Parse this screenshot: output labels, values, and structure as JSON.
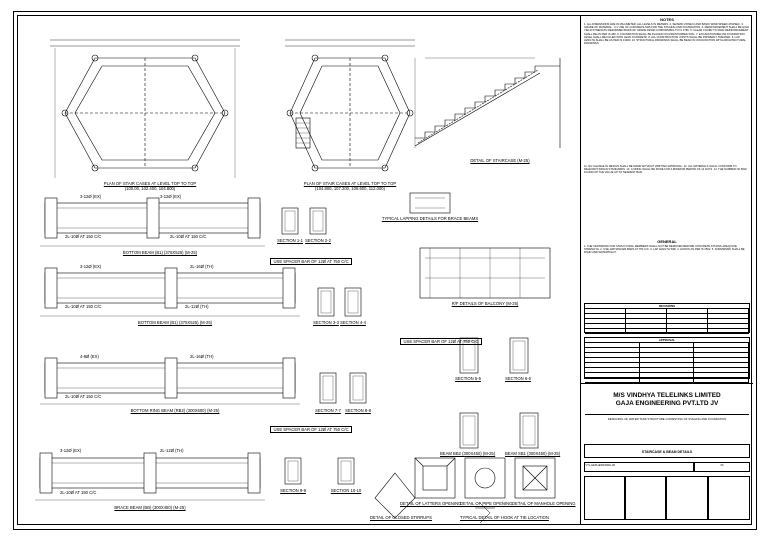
{
  "drawing": {
    "labels": {
      "plan_a": "PLAN OF STAIR CASES AT LEVEL TOP TO TOP",
      "plan_a_levels": "(100.00, 102.400, 104.800)",
      "plan_b": "PLAN OF STAIR CASES AT LEVEL TOP TO TOP",
      "plan_b_levels": "(104.800, 107.200, 109.600, 112.000)",
      "staircase_detail": "DETAIL OF STAIRCASE (M-25)",
      "bottom_beam_b1": "BOTTOM BEAM (B1) (375X525) (M-25)",
      "bottom_beam_b1b": "BOTTOM BEAM (B1) (375X525) (M-25)",
      "bottom_ring_beam": "BOTTOM RING BEAM (RB2) (300X600) (M-25)",
      "brace_beam": "BRACE BEAM (BB) (300X450) (M-25)",
      "section_1_1": "SECTION 1-1",
      "section_2_2": "SECTION 2-2",
      "section_3_3": "SECTION 3-3",
      "section_4_4": "SECTION 4-4",
      "section_5_5": "SECTION 5-5",
      "section_6_6": "SECTION 6-6",
      "section_7_7": "SECTION 7-7",
      "section_8_8": "SECTION 8-8",
      "section_9_9": "SECTION 9-9",
      "section_10_10": "SECTION 10-10",
      "lapping_detail": "TYPICAL LAPPING DETAILS FOR BRACE BEAMS",
      "balcony_detail": "R/F DETAILS OF BALCONY (M-25)",
      "beam_bb2": "BEAM BB2 (300X450) (M-25)",
      "beam_sb1": "BEAM SB1 (300X450) (M-25)",
      "latters_opening": "DETAIL OF LATTERS OPENING",
      "pipe_opening": "DETAIL OF PIPE OPENING",
      "manhole_opening": "DETAIL OF MANHOLE OPENING",
      "closed_stirrups": "DETAIL OF CLOSED STIRRUPS",
      "hook_detail": "TYPICAL DETAIL OF HOOK AT TIE LOCATION",
      "spacer_note": "USE SPACER BAR OF 12Ø AT 750 C/C",
      "bar_16": "2L-16Ø (TH)",
      "bar_12": "2L-12Ø (TH)",
      "bar_10": "2L-10Ø AT 150 C/C",
      "bar_8": "4-8Ø (EX)",
      "bar_ex": "3-12Ø (EX)"
    }
  },
  "panel": {
    "notes_title": "NOTES",
    "notes_text": "1. ALL DIMENSIONS ARE IN MILLIMETER. ALL LEVELS IN METERS. 2. SEISMIC ZONE III AND BASIC WIND SPEED 47M/SEC. 3. GRADE OF MATERIAL : 3.1 USE OF CONCRETE M25 FOR THE STAGING AND FOUNDATION. 4. REINFORCEMENT SHALL BE HIGH YIELD STRENGTH DEFORMED BARS OF GRADE FE500 CONFORMING TO IS 1786. 5. CLEAR COVER TO MAIN REINFORCEMENT SHALL BE AS PER IS 456. 6. FOUNDATION SHALL BE PLACED ON UNDISTURBED SOIL. 7. EXCAVATION BELOW FOUNDATION LEVEL SHALL BE FILLED WITH LEAN CONCRETE. 8. ALL CONSTRUCTION JOINTS SHALL BE PROPERLY TREATED. 9. LAP LENGTH SHALL BE AS PER IS 13920. 10. STRUCTURAL DRAWINGS SHALL BE READ IN CONJUNCTION WITH ARCHITECTURAL DRAWINGS.",
    "notes_text_2": "11. NO CHANGE IN DESIGN SHALL BE MADE WITHOUT WRITTEN APPROVAL. 12. ALL MATERIALS SHALL CONFORM TO RELEVANT INDIAN STANDARDS. 13. CURING SHALL BE DONE FOR A MINIMUM PERIOD OF 14 DAYS. 14. THE NUMBER OF BAR FOUND UP THE VALUE UP TO NEAREST BAR.",
    "general_title": "GENERAL",
    "general_text": "1. THE CENTERING FOR STRUCTURAL MEMBERS SHALL NOT BE REMOVED BEFORE CONCRETE ATTAINS ADEQUATE STRENGTH. 2. USE 12Ø SPACER BARS AT 750 C/C. 3. LAP LENGTH 50Ø. 4. HOOKS AS PER IS 2502. 5. FORMWORK SHALL BE RIGID AND WATERTIGHT.",
    "revisions_title": "REVISIONS",
    "approval_title": "APPROVAL",
    "company_line1": "M/S VINDHYA TELELINKS LIMITED",
    "company_line2": "GAJA ENGINEERING PVT.LTD JV",
    "project_text": "DESIGNING OF WATER TANK STRUCTURE CONSISTING OF STAGING AND FOUNDATION",
    "drawing_title": "STAIRCASE & BEAM DETAILS",
    "drawing_no": "VTL-GEPL/ESR/DWG-06",
    "sheet": "06"
  }
}
